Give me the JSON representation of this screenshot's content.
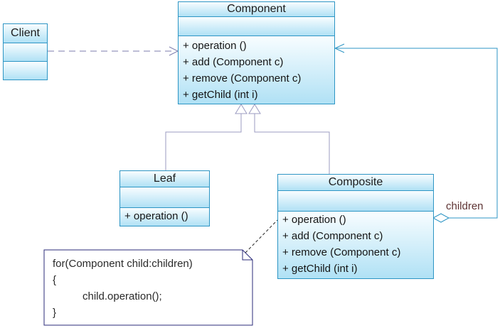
{
  "classes": {
    "client": {
      "name": "Client"
    },
    "component": {
      "name": "Component",
      "operations": [
        "+ operation ()",
        "+ add (Component c)",
        "+ remove (Component c)",
        "+ getChild (int i)"
      ]
    },
    "leaf": {
      "name": "Leaf",
      "operations": [
        "+ operation ()"
      ]
    },
    "composite": {
      "name": "Composite",
      "operations": [
        "+ operation ()",
        "+ add (Component c)",
        "+ remove (Component c)",
        "+ getChild (int i)"
      ]
    }
  },
  "labels": {
    "aggregation_role": "children"
  },
  "note": {
    "lines": [
      "for(Component child:children)",
      "{",
      "child.operation();",
      "}"
    ]
  },
  "colors": {
    "box_border": "#2d95c4",
    "box_fill_top": "#f8fdff",
    "box_fill_bottom": "#b0e1f5",
    "inheritance_line": "#9b9bc0",
    "dependency_line": "#7d7dae",
    "aggregation_line": "#2d95c4",
    "note_border": "#2b2b7a",
    "note_text": "#2a2a2a",
    "children_label": "#5e3434"
  }
}
